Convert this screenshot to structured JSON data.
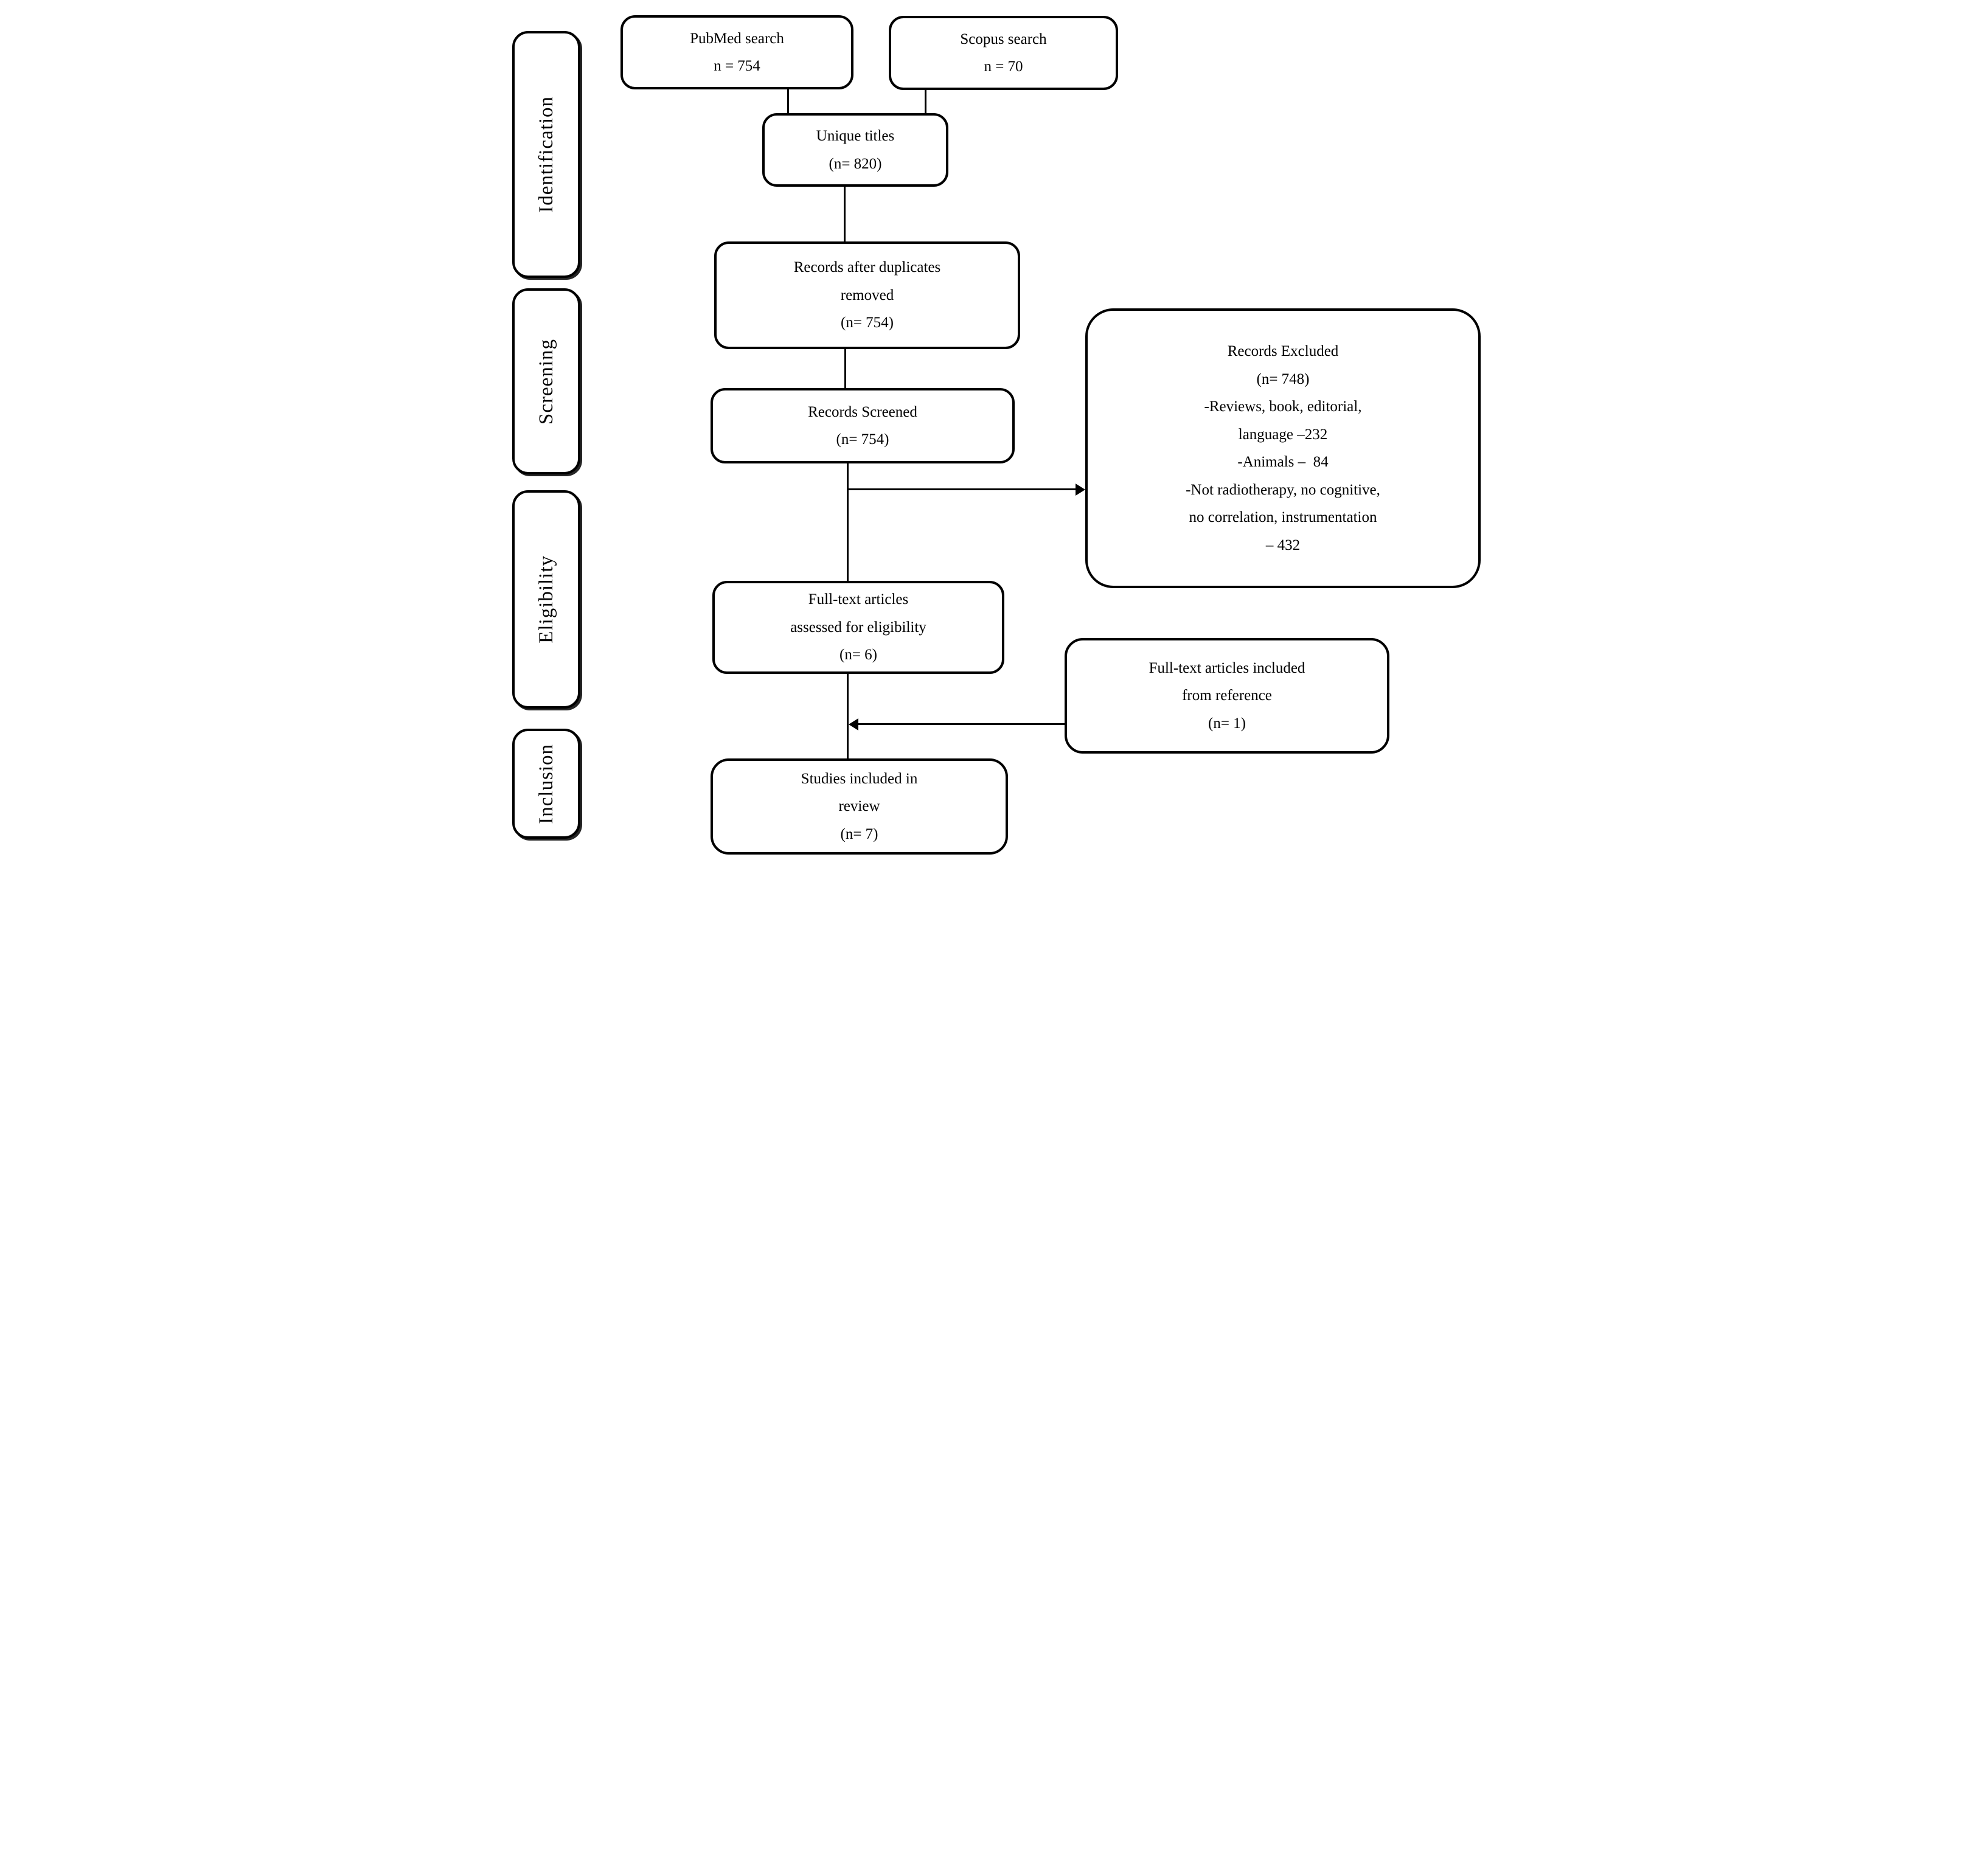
{
  "diagram": {
    "type": "prisma-flowchart",
    "colors": {
      "line": "#000000",
      "box_border": "#000000",
      "box_fill": "#ffffff",
      "text": "#000000"
    },
    "stages": [
      {
        "label": "Identification"
      },
      {
        "label": "Screening"
      },
      {
        "label": "Eligibility"
      },
      {
        "label": "Inclusion"
      }
    ],
    "boxes": {
      "pubmed": {
        "lines": [
          "PubMed search",
          "n = 754"
        ]
      },
      "scopus": {
        "lines": [
          "Scopus search",
          "n = 70"
        ]
      },
      "unique": {
        "lines": [
          "Unique titles",
          "(n= 820)"
        ]
      },
      "duplicates": {
        "lines": [
          "Records after duplicates",
          "removed",
          "(n= 754)"
        ]
      },
      "screened": {
        "lines": [
          "Records Screened",
          "(n= 754)"
        ]
      },
      "excluded": {
        "lines": [
          "Records Excluded",
          "(n= 748)",
          "-Reviews, book, editorial,",
          "language –232",
          "-Animals –  84",
          "-Not radiotherapy, no cognitive,",
          "no correlation, instrumentation",
          "– 432"
        ]
      },
      "fulltext": {
        "lines": [
          "Full-text articles",
          "assessed for eligibility",
          "(n= 6)"
        ]
      },
      "reference": {
        "lines": [
          "Full-text articles included",
          "from reference",
          "(n= 1)"
        ]
      },
      "included": {
        "lines": [
          "Studies included in",
          "review",
          "(n= 7)"
        ]
      }
    }
  }
}
